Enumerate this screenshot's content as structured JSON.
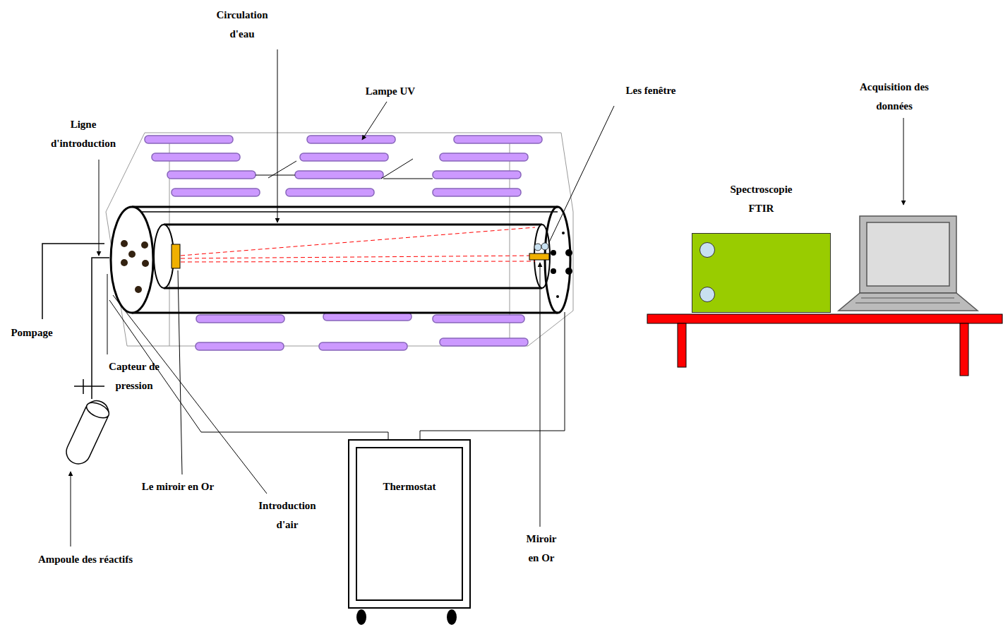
{
  "diagram": {
    "nodes": [
      {
        "text": [
          "Spectroscopie FTIR"
        ]
      },
      {
        "text": [
          "Thermostat"
        ]
      }
    ],
    "labels": [
      "Circulation d'eau",
      "Lampe UV",
      "Les fenêtre",
      "Ligne d'introduction",
      "Acquisition des données",
      "Pompage",
      "Capteur de pression",
      "Le miroir en Or",
      "Introduction d'air",
      "Miroir en Or",
      "Ampoule des réactifs"
    ]
  }
}
